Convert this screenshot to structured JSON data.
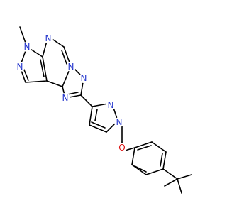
{
  "colors": {
    "nitrogen": "#2233cc",
    "oxygen": "#dd1111",
    "carbon": "#000000",
    "background": "#ffffff"
  },
  "labels": {
    "methyl_n": "N",
    "pyrimidine_n_top": "N",
    "pyrimidine_n_left": "N",
    "pyrazole_n_bottom": "N",
    "triazole_n_right": "N",
    "triazole_n_fused": "N",
    "triazole_n_bottom": "N",
    "pyrazole2_n_top": "N",
    "pyrazole2_n_sub": "N",
    "ether_o": "O"
  }
}
